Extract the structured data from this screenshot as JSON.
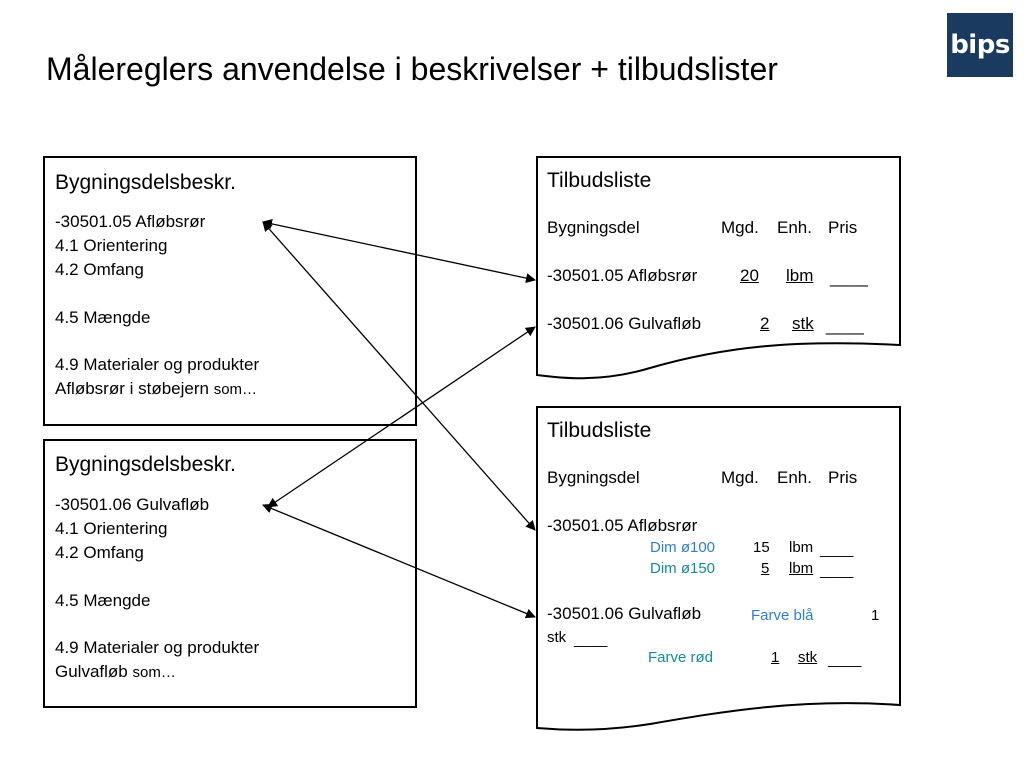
{
  "title": "Målereglers anvendelse i beskrivelser + tilbudslister",
  "logo": {
    "text": "bips",
    "color": "#1a3a60"
  },
  "desc1": {
    "heading": "Bygningsdelsbeskr.",
    "lines": [
      "-30501.05 Afløbsrør",
      "4.1 Orientering",
      "4.2 Omfang",
      "4.5 Mængde",
      "4.9 Materialer og produkter"
    ],
    "last_main": "Afløbsrør i støbejern",
    "last_suffix": "som…"
  },
  "desc2": {
    "heading": "Bygningsdelsbeskr.",
    "lines": [
      "-30501.06 Gulvafløb",
      "4.1 Orientering",
      "4.2 Omfang",
      "4.5 Mængde",
      "4.9 Materialer og produkter"
    ],
    "last_main": "Gulvafløb",
    "last_suffix": "som…"
  },
  "list1": {
    "heading": "Tilbudsliste",
    "col_part": "Bygningsdel",
    "col_qty": "Mgd.",
    "col_unit": "Enh.",
    "col_price": "Pris",
    "row1": {
      "code": "-30501.05 Afløbsrør",
      "qty": "20",
      "unit": "lbm",
      "price": "____"
    },
    "row2": {
      "code": "-30501.06 Gulvafløb",
      "qty": "2",
      "unit": "stk",
      "price": "____"
    }
  },
  "list2": {
    "heading": "Tilbudsliste",
    "col_part": "Bygningsdel",
    "col_qty": "Mgd.",
    "col_unit": "Enh.",
    "col_price": "Pris",
    "row1_code": "-30501.05 Afløbsrør",
    "sub1": {
      "label": "Dim ø100",
      "qty": "15",
      "unit": "lbm",
      "price": "____"
    },
    "sub2": {
      "label": "Dim ø150",
      "qty": "5",
      "unit": "lbm",
      "price": "____"
    },
    "row2_code": "-30501.06 Gulvafløb",
    "sub3": {
      "label": "Farve blå",
      "qty": "1",
      "unit": "stk",
      "price": "____"
    },
    "sub4": {
      "label": "Farve rød",
      "qty": "1",
      "unit": "stk",
      "price": "____"
    }
  },
  "colors": {
    "blue": "#2f7fc4",
    "teal": "#128a9a"
  }
}
